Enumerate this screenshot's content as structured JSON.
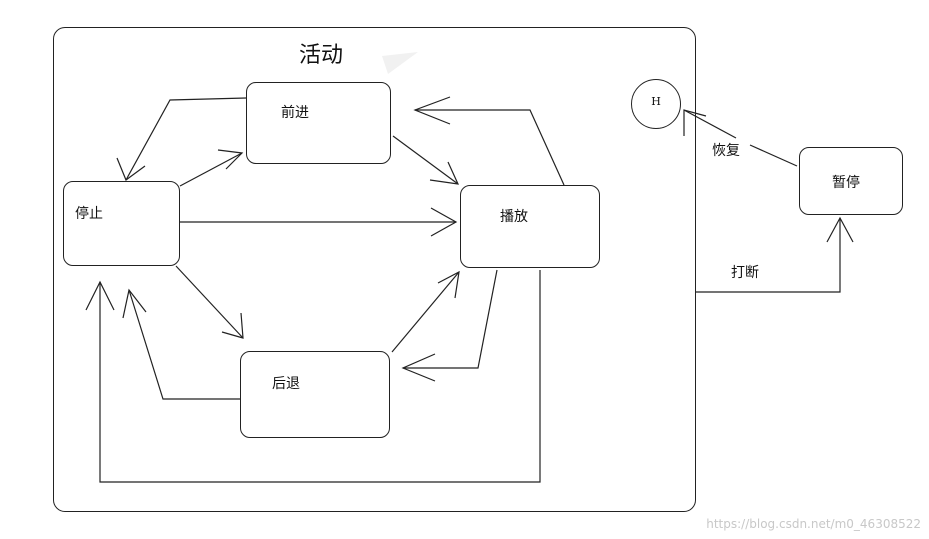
{
  "composite": {
    "title": "活动"
  },
  "states": {
    "forward": "前进",
    "stop": "停止",
    "play": "播放",
    "backward": "后退",
    "pause": "暂停"
  },
  "history": {
    "label": "H"
  },
  "edges": {
    "resume": "恢复",
    "interrupt": "打断"
  },
  "watermark": "https://blog.csdn.net/m0_46308522"
}
